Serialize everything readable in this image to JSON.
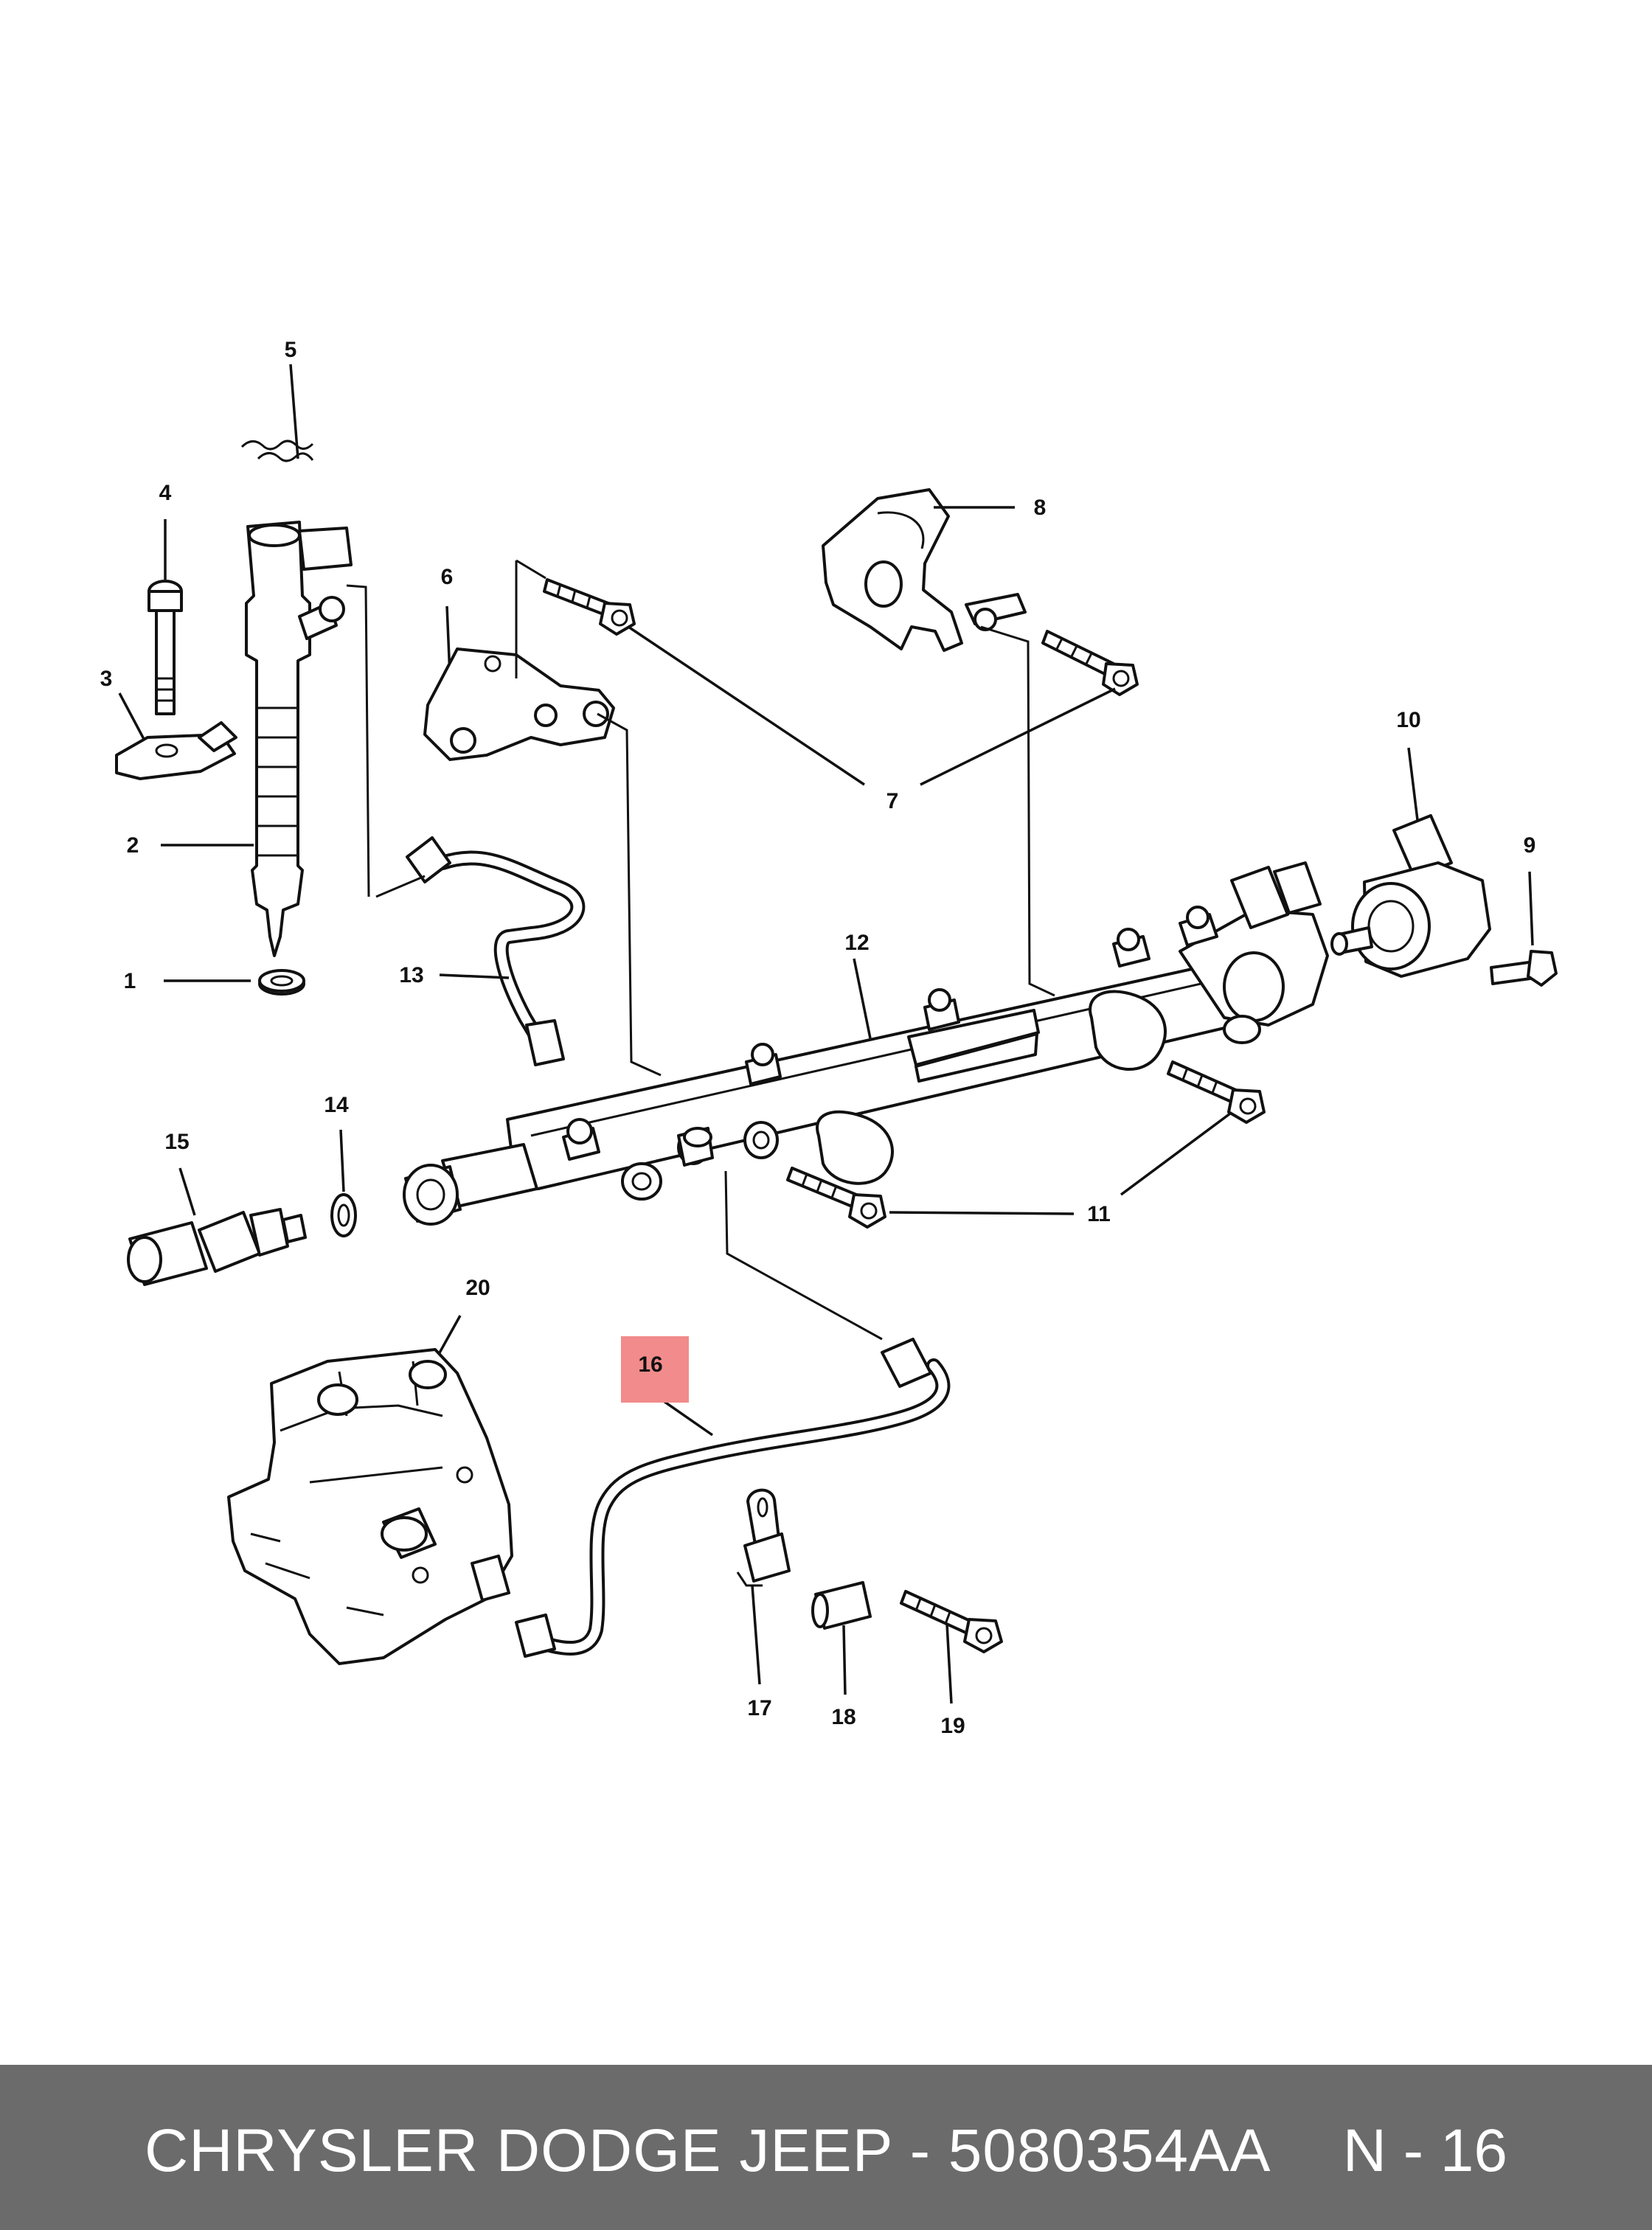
{
  "diagram": {
    "callouts": [
      "1",
      "2",
      "3",
      "4",
      "5",
      "6",
      "7",
      "8",
      "9",
      "10",
      "11",
      "12",
      "13",
      "14",
      "15",
      "16",
      "17",
      "18",
      "19",
      "20"
    ],
    "highlighted_callout": "16",
    "highlight_color": "#f28b8b"
  },
  "footer": {
    "title": "CHRYSLER DODGE JEEP - 5080354AA",
    "ref": "N - 16",
    "background_color": "#6b6b6b"
  }
}
